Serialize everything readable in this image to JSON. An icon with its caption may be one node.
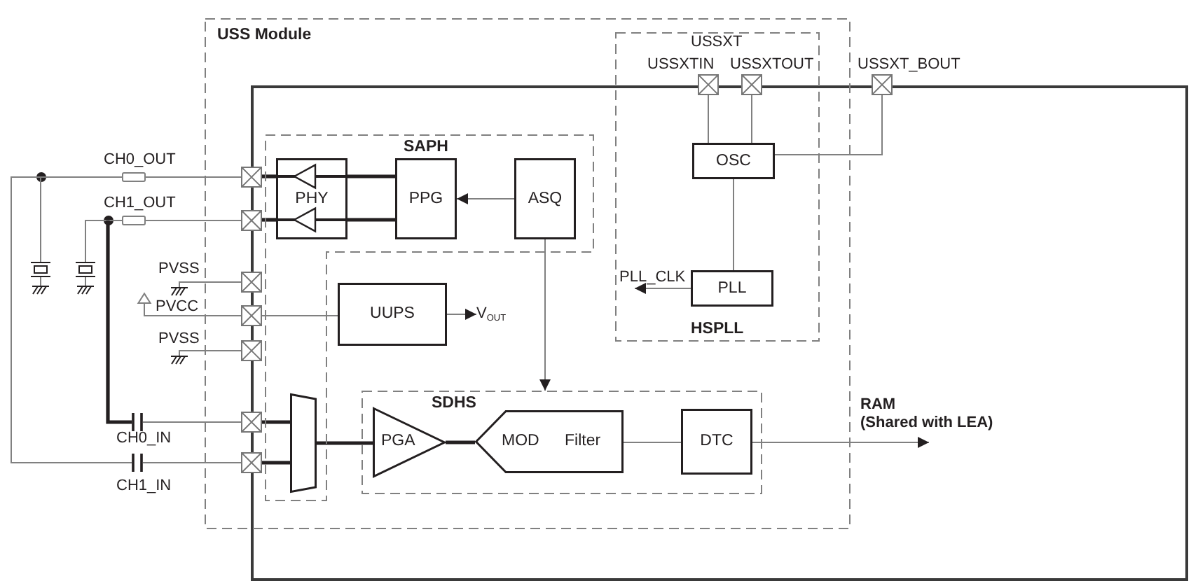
{
  "diagram": {
    "nodes": [
      {
        "text": [
          "USS Module"
        ]
      },
      {
        "text": [
          "HSPLL"
        ],
        "in": 0
      },
      {
        "text": [],
        "shape": "pin",
        "in": 1
      },
      {
        "text": [],
        "shape": "pin",
        "in": 1
      },
      {
        "text": [],
        "shape": "pin"
      },
      {
        "text": [
          "OSC"
        ],
        "in": 1
      },
      {
        "text": [
          "SAPH"
        ],
        "in": 0
      },
      {
        "text": [
          "PHY"
        ],
        "in": 6
      },
      {
        "text": [
          "PPG"
        ],
        "in": 6
      },
      {
        "text": [
          "ASQ"
        ],
        "in": 6
      },
      {
        "text": [],
        "shape": "resistor"
      },
      {
        "text": [],
        "shape": "resistor"
      },
      {
        "text": [
          "PLL_CLK"
        ],
        "in": 1
      },
      {
        "text": [
          "PLL"
        ],
        "in": 1
      },
      {
        "text": [],
        "shape": "transducer"
      },
      {
        "text": [],
        "shape": "transducer"
      },
      {
        "text": [],
        "shape": "ground"
      },
      {
        "text": [],
        "shape": "ground"
      },
      {
        "text": [],
        "shape": "pin",
        "in": 0
      },
      {
        "text": [],
        "shape": "pin",
        "in": 0
      },
      {
        "text": [],
        "shape": "pin",
        "in": 0
      },
      {
        "text": [],
        "shape": "pin",
        "in": 0
      },
      {
        "text": [],
        "shape": "pin",
        "in": 0
      },
      {
        "text": [],
        "shape": "ground"
      },
      {
        "text": [],
        "shape": "triangle"
      },
      {
        "text": [],
        "shape": "ground"
      },
      {
        "text": [
          "UUPS"
        ],
        "in": 0
      },
      {
        "text": [
          "V$_{OUT}$"
        ],
        "in": 0
      },
      {
        "text": [],
        "shape": "capacitor"
      },
      {
        "text": [],
        "shape": "capacitor"
      },
      {
        "text": [],
        "shape": "pin",
        "in": 0
      },
      {
        "text": [],
        "shape": "pin",
        "in": 0
      },
      {
        "text": [],
        "shape": "trapezoid",
        "in": 6
      },
      {
        "text": [
          "SDHS"
        ],
        "in": 0
      },
      {
        "text": [
          "PGA"
        ],
        "in": 33
      },
      {
        "text": [
          "MOD",
          "Filter"
        ],
        "in": 33
      },
      {
        "text": [
          "DTC"
        ],
        "in": 33
      },
      {
        "text": [
          "RAM (Shared with LEA)"
        ]
      }
    ],
    "edges": [
      {
        "from": 2,
        "to": 5,
        "arrow": "none"
      },
      {
        "from": 3,
        "to": 5,
        "arrow": "none"
      },
      {
        "from": 5,
        "to": 4,
        "arrow": "none"
      },
      {
        "from": 5,
        "to": 13,
        "arrow": "none"
      },
      {
        "from": 13,
        "to": 12,
        "arrow": "to"
      },
      {
        "from": 9,
        "to": 8,
        "arrow": "to"
      },
      {
        "from": 9,
        "to": 33,
        "arrow": "to"
      },
      {
        "from": 8,
        "to": 7,
        "arrow": "none",
        "style": "thick",
        "color": "#231f20"
      },
      {
        "from": 8,
        "to": 7,
        "arrow": "none",
        "style": "thick",
        "color": "#231f20"
      },
      {
        "from": 7,
        "to": 18,
        "arrow": "none",
        "style": "thick",
        "color": "#231f20"
      },
      {
        "from": 7,
        "to": 19,
        "arrow": "none",
        "style": "thick",
        "color": "#231f20"
      },
      {
        "from": 18,
        "to": 10,
        "arrow": "none"
      },
      {
        "from": 10,
        "to": 14,
        "arrow": "none"
      },
      {
        "from": 10,
        "to": 29,
        "arrow": "none"
      },
      {
        "from": 29,
        "to": 31,
        "arrow": "none"
      },
      {
        "from": 19,
        "to": 11,
        "arrow": "none"
      },
      {
        "from": 11,
        "to": 15,
        "arrow": "none"
      },
      {
        "from": 11,
        "to": 28,
        "arrow": "none",
        "style": "thick",
        "color": "#231f20"
      },
      {
        "from": 28,
        "to": 30,
        "arrow": "none"
      },
      {
        "from": 14,
        "to": 16,
        "arrow": "none"
      },
      {
        "from": 15,
        "to": 17,
        "arrow": "none"
      },
      {
        "from": 20,
        "to": 23,
        "arrow": "none"
      },
      {
        "from": 21,
        "to": 24,
        "arrow": "none"
      },
      {
        "from": 21,
        "to": 26,
        "arrow": "none"
      },
      {
        "from": 22,
        "to": 25,
        "arrow": "none"
      },
      {
        "from": 26,
        "to": 27,
        "arrow": "to"
      },
      {
        "from": 30,
        "to": 32,
        "arrow": "none",
        "style": "thick",
        "color": "#231f20"
      },
      {
        "from": 31,
        "to": 32,
        "arrow": "none",
        "style": "thick",
        "color": "#231f20"
      },
      {
        "from": 32,
        "to": 34,
        "arrow": "none",
        "style": "thick",
        "color": "#231f20"
      },
      {
        "from": 34,
        "to": 35,
        "arrow": "none",
        "style": "thick",
        "color": "#231f20"
      },
      {
        "from": 35,
        "to": 36,
        "arrow": "none"
      },
      {
        "from": 36,
        "to": 37,
        "arrow": "to"
      }
    ],
    "labels": [
      "USSXT",
      "USSXTIN",
      "USSXTOUT",
      "USSXT_BOUT",
      "CH0_OUT",
      "CH1_OUT",
      "PVSS",
      "PVCC",
      "PVSS",
      "CH0_IN",
      "CH1_IN"
    ]
  }
}
